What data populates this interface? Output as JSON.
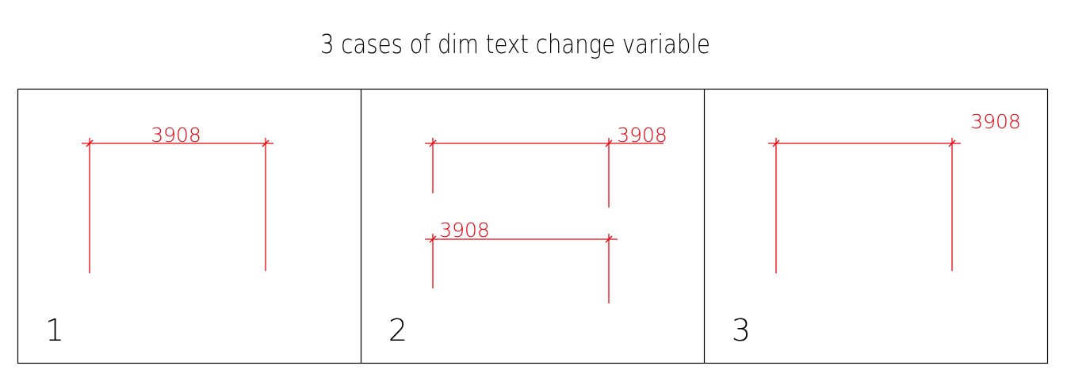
{
  "title": "3 cases of dim text change variable",
  "panels": [
    {
      "number": "1",
      "dims": [
        {
          "text": "3908"
        }
      ]
    },
    {
      "number": "2",
      "dims": [
        {
          "text": "3908"
        },
        {
          "text": "3908"
        }
      ]
    },
    {
      "number": "3",
      "dims": [
        {
          "text": "3908"
        }
      ]
    }
  ],
  "colors": {
    "dimension": "#e8000b",
    "frame": "#000000",
    "background": "#ffffff"
  }
}
